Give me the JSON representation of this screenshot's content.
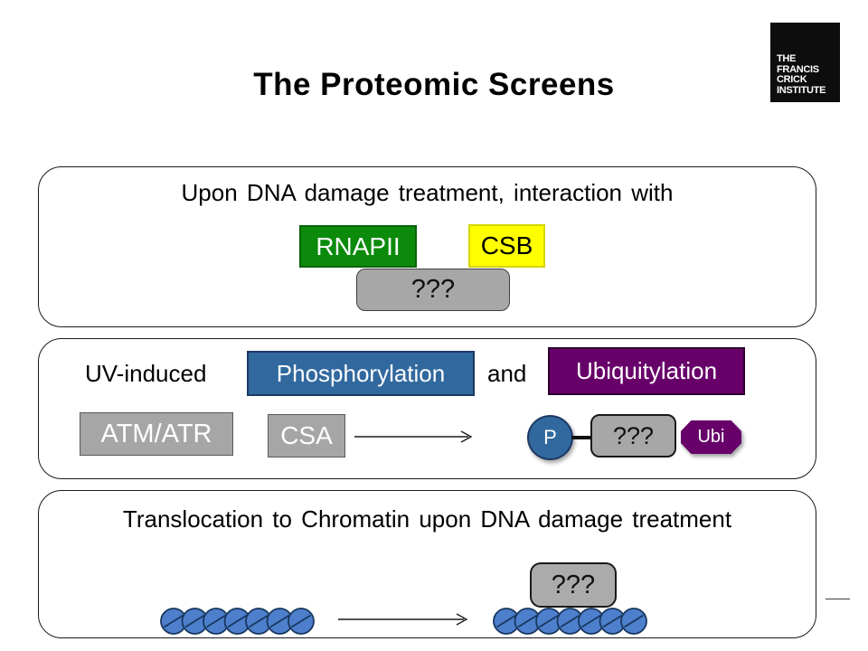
{
  "title": "The Proteomic Screens",
  "logo": {
    "line1": "THE",
    "line2": "FRANCIS",
    "line3": "CRICK",
    "line4": "INSTITUTE"
  },
  "panel1": {
    "heading": "Upon DNA damage treatment, interaction with",
    "rnapii_label": "RNAPII",
    "csb_label": "CSB",
    "unknown_label": "???"
  },
  "panel2": {
    "prefix": "UV-induced",
    "phospho_label": "Phosphorylation",
    "conjunction": "and",
    "ubiq_label": "Ubiquitylation",
    "atm_label": "ATM/ATR",
    "csa_label": "CSA",
    "p_label": "P",
    "unknown_label": "???",
    "ubi_label": "Ubi"
  },
  "panel3": {
    "heading": "Translocation to Chromatin upon DNA damage treatment",
    "unknown_label": "???"
  },
  "colors": {
    "rnapii_green": "#0b8a0b",
    "csb_yellow": "#ffff00",
    "phospho_blue": "#31699e",
    "phospho_border": "#1f3864",
    "ubiquitin_purple": "#670069",
    "box_gray": "#a6a6a6",
    "bead_blue": "#4d7fcc",
    "bead_border": "#17375e"
  }
}
